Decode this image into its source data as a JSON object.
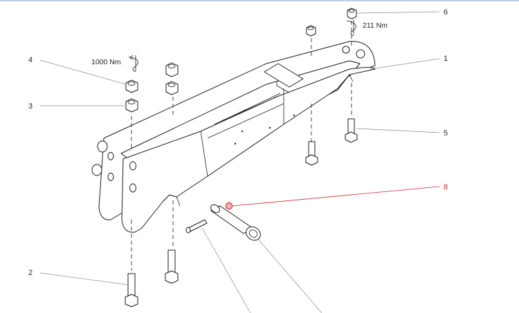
{
  "callouts": [
    {
      "id": "1",
      "label": "1"
    },
    {
      "id": "2",
      "label": "2"
    },
    {
      "id": "3",
      "label": "3"
    },
    {
      "id": "4",
      "label": "4"
    },
    {
      "id": "5",
      "label": "5"
    },
    {
      "id": "6",
      "label": "6"
    },
    {
      "id": "8",
      "label": "8"
    }
  ],
  "torques": {
    "large": "1000  Nm",
    "small": "211  Nm"
  },
  "colors": {
    "line": "#1a1a1a",
    "leader": "#8a8a8a",
    "highlight": "#d0282c"
  }
}
